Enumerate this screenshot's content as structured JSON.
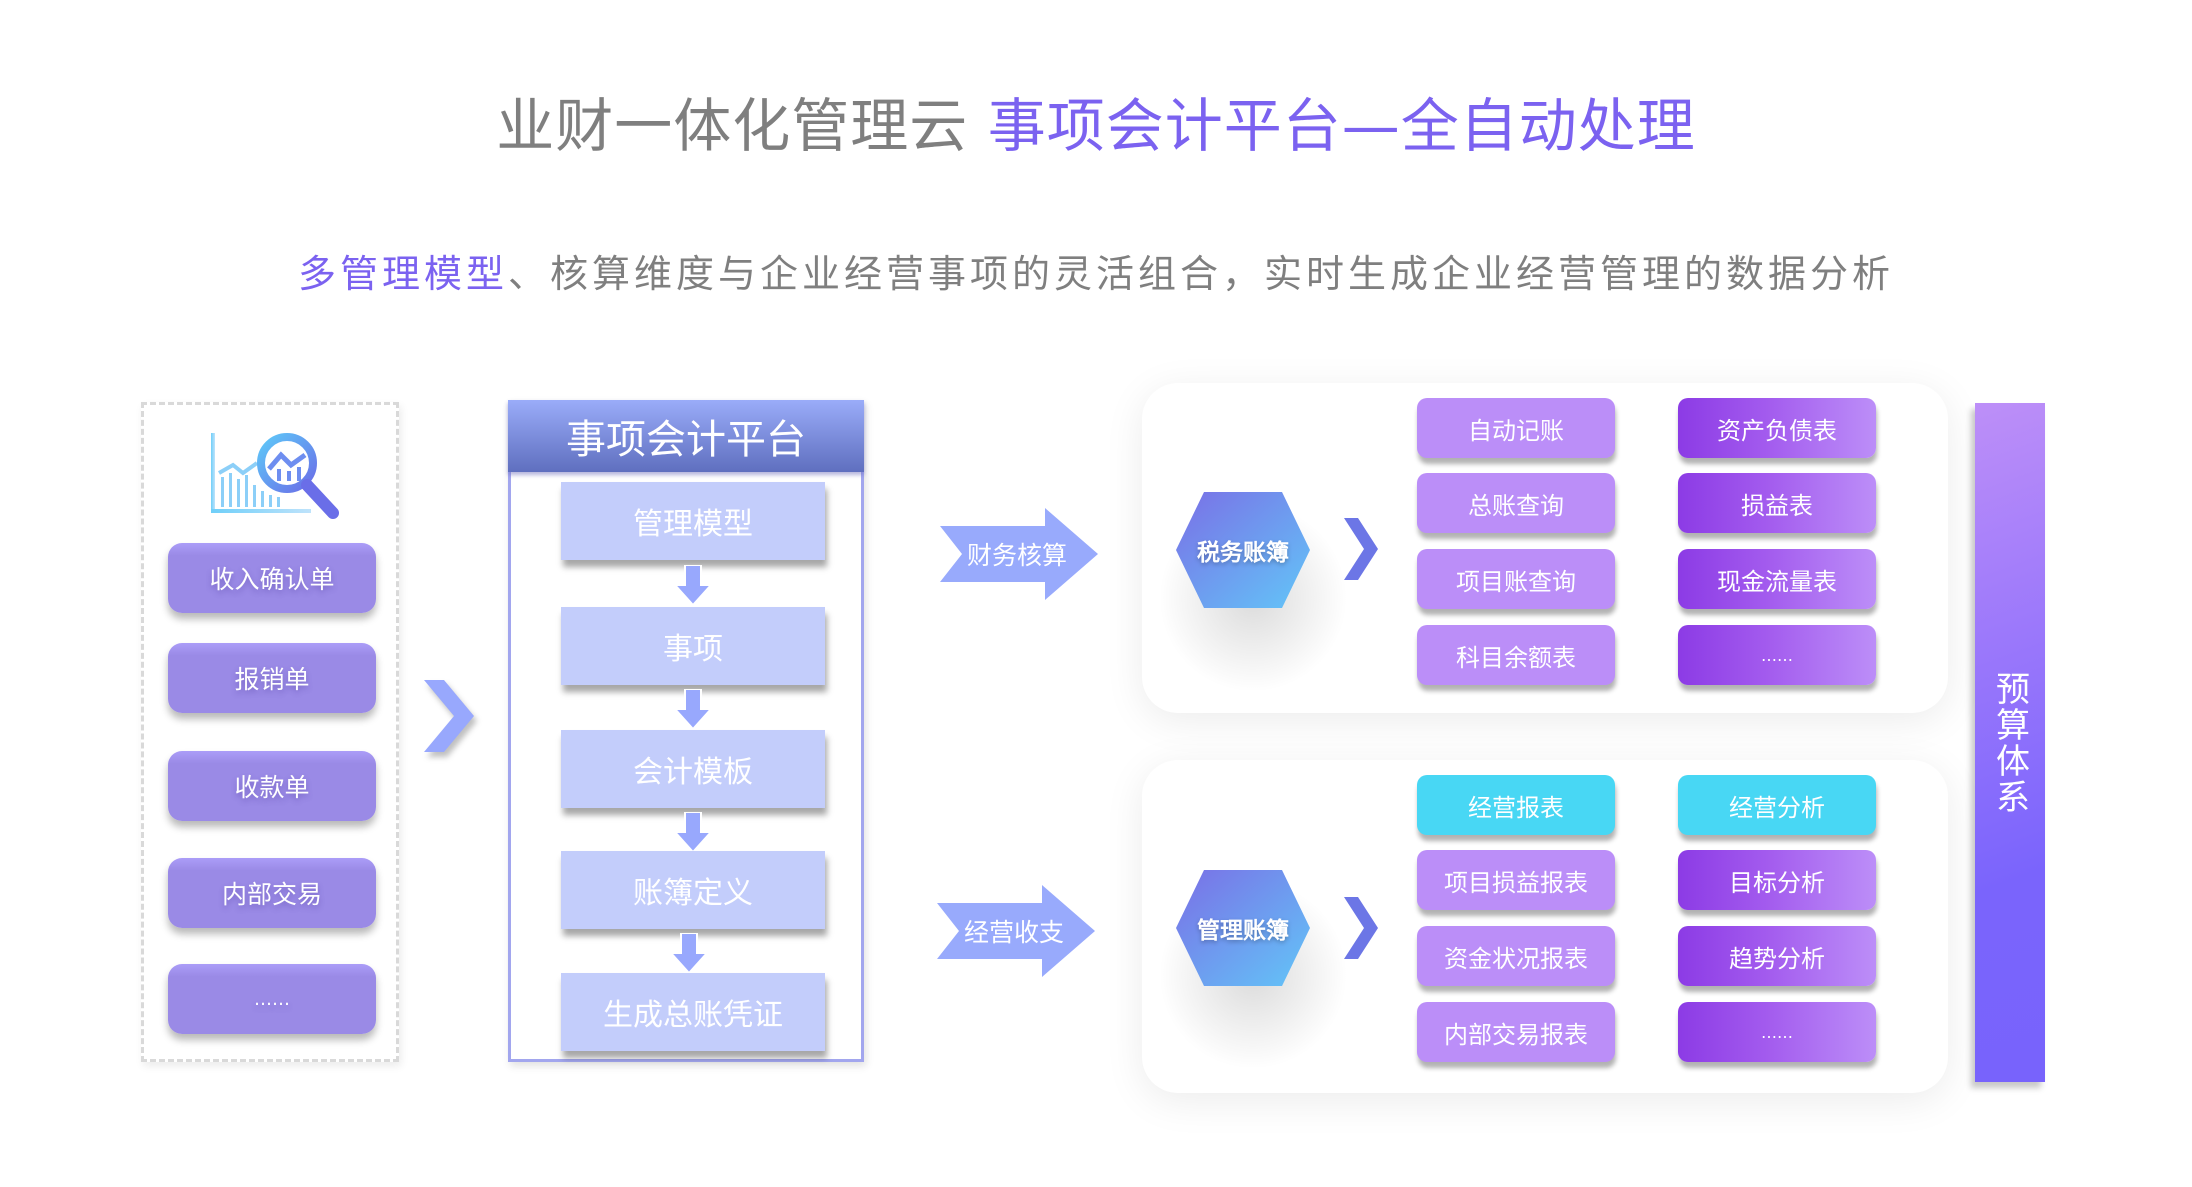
{
  "header": {
    "title_plain": "业财一体化管理云",
    "title_highlight": "事项会计平台—全自动处理",
    "subtitle_highlight": "多管理模型",
    "subtitle_rest": "、核算维度与企业经营事项的灵活组合，实时生成企业经营管理的数据分析"
  },
  "sources": {
    "icon": "chart-search-icon",
    "items": [
      "收入确认单",
      "报销单",
      "收款单",
      "内部交易",
      "……"
    ]
  },
  "platform": {
    "title": "事项会计平台",
    "steps": [
      "管理模型",
      "事项",
      "会计模板",
      "账簿定义",
      "生成总账凭证"
    ]
  },
  "flows": [
    {
      "arrow_label": "财务核算",
      "ledger": "税务账簿",
      "left_column": [
        {
          "label": "自动记账",
          "style": "light"
        },
        {
          "label": "总账查询",
          "style": "light"
        },
        {
          "label": "项目账查询",
          "style": "light"
        },
        {
          "label": "科目余额表",
          "style": "light"
        }
      ],
      "right_column": [
        {
          "label": "资产负债表",
          "style": "dark"
        },
        {
          "label": "损益表",
          "style": "dark"
        },
        {
          "label": "现金流量表",
          "style": "dark"
        },
        {
          "label": "……",
          "style": "dark"
        }
      ]
    },
    {
      "arrow_label": "经营收支",
      "ledger": "管理账簿",
      "left_column": [
        {
          "label": "经营报表",
          "style": "cyan"
        },
        {
          "label": "项目损益报表",
          "style": "light"
        },
        {
          "label": "资金状况报表",
          "style": "light"
        },
        {
          "label": "内部交易报表",
          "style": "light"
        }
      ],
      "right_column": [
        {
          "label": "经营分析",
          "style": "cyan"
        },
        {
          "label": "目标分析",
          "style": "dark"
        },
        {
          "label": "趋势分析",
          "style": "dark"
        },
        {
          "label": "……",
          "style": "dark"
        }
      ]
    }
  ],
  "budget": {
    "label": "预算体系"
  },
  "colors": {
    "accent": "#7b62f0",
    "text_gray": "#7f7f7f",
    "source_button": "#9a8ae6",
    "step_box": "#c3cdfb",
    "light_button": "#bb8ef8",
    "dark_button": "#8c3be5",
    "cyan_button": "#48d7f4",
    "flow_arrow": "#98aafc",
    "budget_bar": "#7a64fc"
  }
}
